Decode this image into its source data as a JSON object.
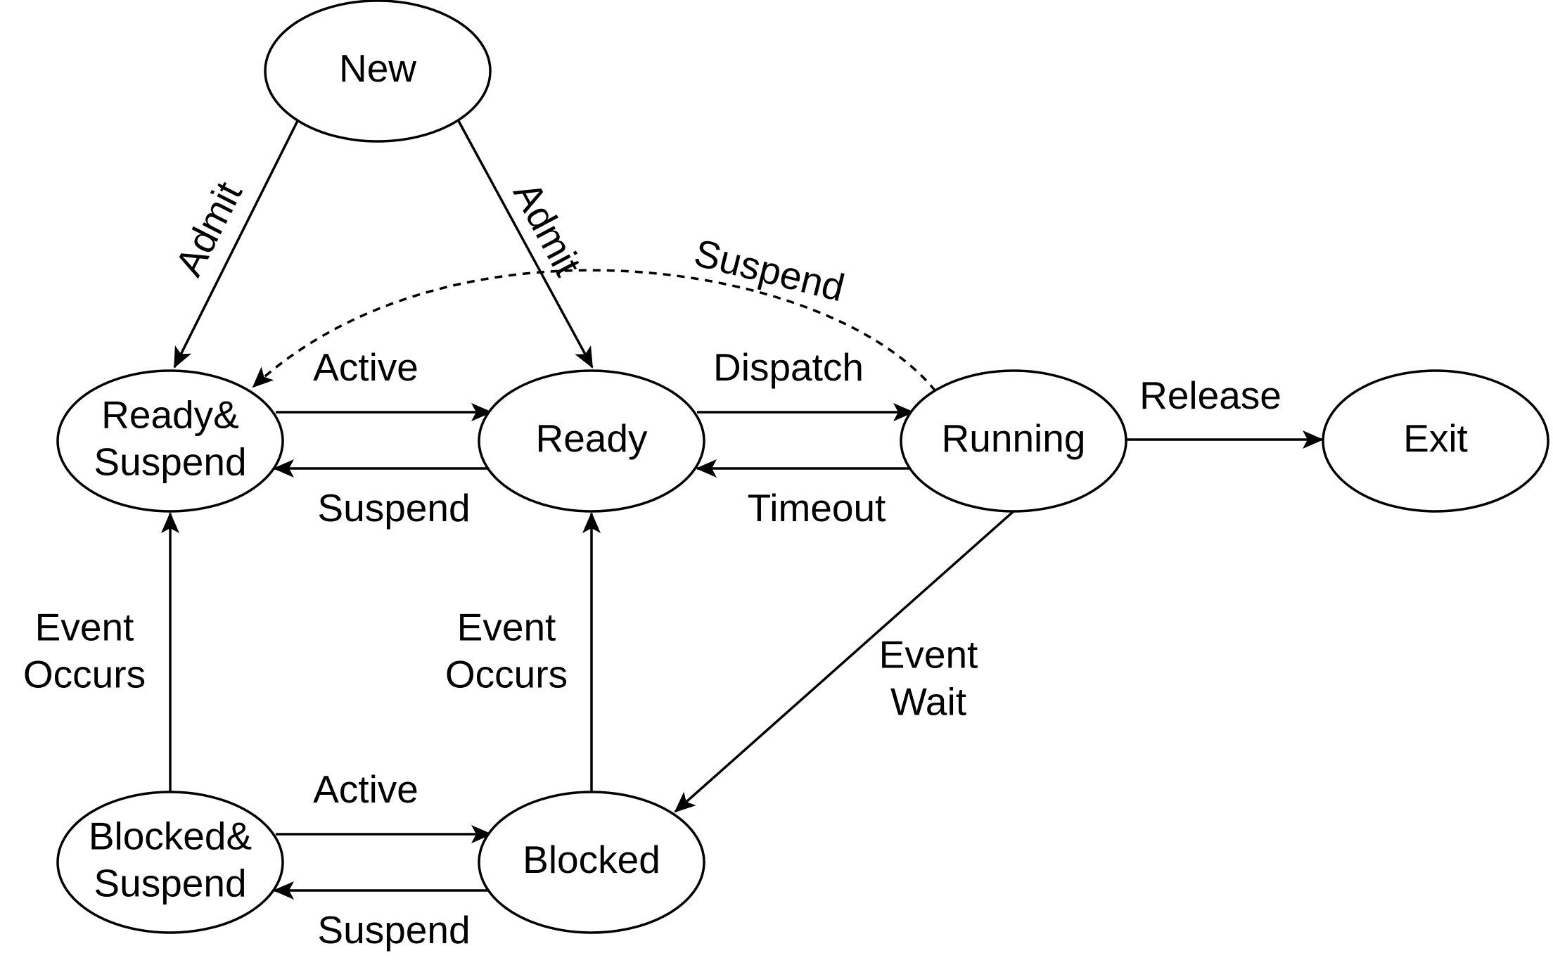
{
  "colors": {
    "stroke": "#000000",
    "fill": "#ffffff",
    "text": "#000000"
  },
  "nodes": [
    {
      "id": "new",
      "lines": [
        "New"
      ]
    },
    {
      "id": "ready-suspend",
      "lines": [
        "Ready&",
        "Suspend"
      ]
    },
    {
      "id": "ready",
      "lines": [
        "Ready"
      ]
    },
    {
      "id": "running",
      "lines": [
        "Running"
      ]
    },
    {
      "id": "exit",
      "lines": [
        "Exit"
      ]
    },
    {
      "id": "blocked-suspend",
      "lines": [
        "Blocked&",
        "Suspend"
      ]
    },
    {
      "id": "blocked",
      "lines": [
        "Blocked"
      ]
    }
  ],
  "edges": [
    {
      "id": "new-to-ready-suspend",
      "from": "new",
      "to": "ready-suspend",
      "label": [
        "Admit"
      ],
      "style": "solid"
    },
    {
      "id": "new-to-ready",
      "from": "new",
      "to": "ready",
      "label": [
        "Admit"
      ],
      "style": "solid"
    },
    {
      "id": "running-to-ready-suspend",
      "from": "running",
      "to": "ready-suspend",
      "label": [
        "Suspend"
      ],
      "style": "dashed"
    },
    {
      "id": "ready-suspend-to-ready",
      "from": "ready-suspend",
      "to": "ready",
      "label": [
        "Active"
      ],
      "style": "solid"
    },
    {
      "id": "ready-to-ready-suspend",
      "from": "ready",
      "to": "ready-suspend",
      "label": [
        "Suspend"
      ],
      "style": "solid"
    },
    {
      "id": "ready-to-running",
      "from": "ready",
      "to": "running",
      "label": [
        "Dispatch"
      ],
      "style": "solid"
    },
    {
      "id": "running-to-ready",
      "from": "running",
      "to": "ready",
      "label": [
        "Timeout"
      ],
      "style": "solid"
    },
    {
      "id": "running-to-exit",
      "from": "running",
      "to": "exit",
      "label": [
        "Release"
      ],
      "style": "solid"
    },
    {
      "id": "blocked-suspend-to-ready-suspend",
      "from": "blocked-suspend",
      "to": "ready-suspend",
      "label": [
        "Event",
        "Occurs"
      ],
      "style": "solid"
    },
    {
      "id": "blocked-to-ready",
      "from": "blocked",
      "to": "ready",
      "label": [
        "Event",
        "Occurs"
      ],
      "style": "solid"
    },
    {
      "id": "running-to-blocked",
      "from": "running",
      "to": "blocked",
      "label": [
        "Event",
        "Wait"
      ],
      "style": "solid"
    },
    {
      "id": "blocked-suspend-to-blocked",
      "from": "blocked-suspend",
      "to": "blocked",
      "label": [
        "Active"
      ],
      "style": "solid"
    },
    {
      "id": "blocked-to-blocked-suspend",
      "from": "blocked",
      "to": "blocked-suspend",
      "label": [
        "Suspend"
      ],
      "style": "solid"
    }
  ]
}
